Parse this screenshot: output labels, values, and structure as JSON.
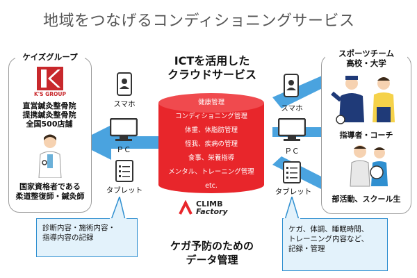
{
  "title": "地域をつなげるコンディショニングサービス",
  "center": {
    "heading_line1": "ICTを活用した",
    "heading_line2": "クラウドサービス",
    "items": [
      "健康管理",
      "コンディショニング管理",
      "体重、体脂肪管理",
      "怪我、疾病の管理",
      "食事、栄養指導",
      "メンタル、トレーニング管理",
      "etc."
    ],
    "logo_line1": "CLIMB",
    "logo_line2": "Factory",
    "bottom_line1": "ケガ予防のための",
    "bottom_line2": "データ管理"
  },
  "left": {
    "heading": "ケイズグループ",
    "logo_text": "K'S GROUP",
    "lines": [
      "直営鍼灸整骨院",
      "提携鍼灸整骨院",
      "全国500店舗"
    ],
    "role_line1": "国家資格者である",
    "role_line2": "柔道整復師・鍼灸師",
    "note_line1": "診断内容・施術内容・",
    "note_line2": "指導内容の記録"
  },
  "right": {
    "heading_line1": "スポーツチーム",
    "heading_line2": "高校・大学",
    "role1": "指導者・コーチ",
    "role2": "部活動、スクール生",
    "note_line1": "ケガ、体調、睡眠時間、",
    "note_line2": "トレーニング内容など、",
    "note_line3": "記録・管理"
  },
  "devices": {
    "phone": "スマホ",
    "pc": "ＰＣ",
    "tablet": "タブレット"
  },
  "colors": {
    "red": "#e8262b",
    "arrow_blue": "#4aa3df",
    "note_bg": "#e3f2fb",
    "note_border": "#2f8fd0",
    "navy": "#1f3a78"
  }
}
